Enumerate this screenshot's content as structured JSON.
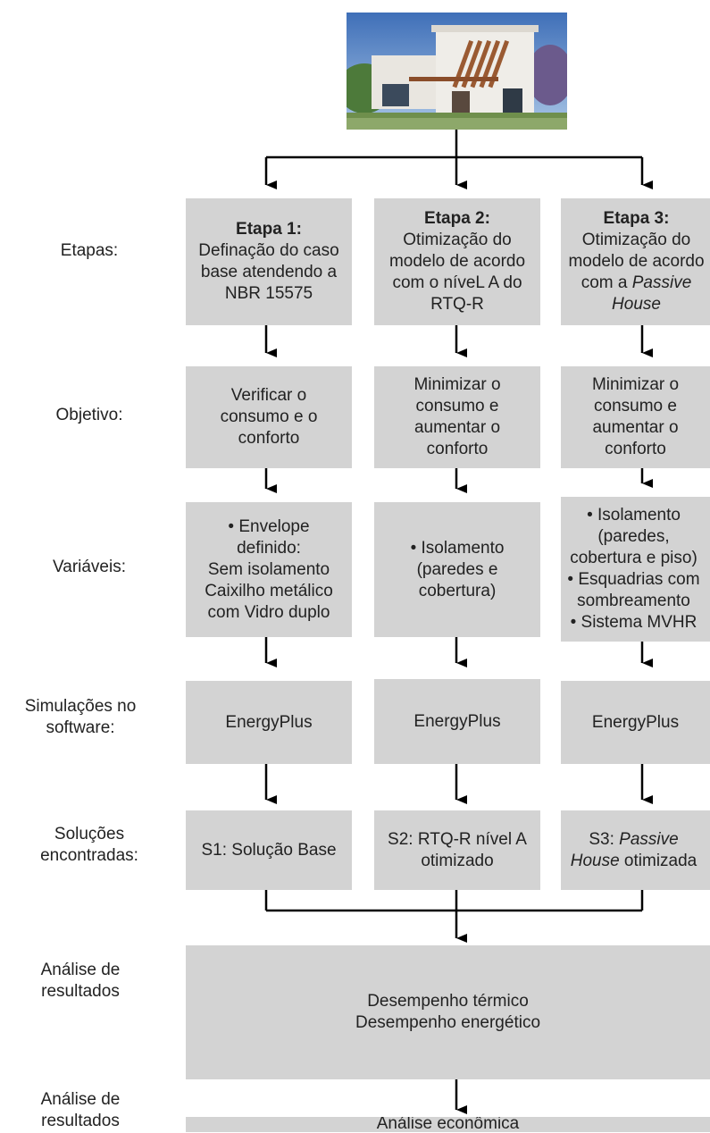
{
  "row_labels": {
    "etapas": "Etapas:",
    "objetivo": "Objetivo:",
    "variaveis": "Variáveis:",
    "simulacoes_l1": "Simulações no",
    "simulacoes_l2": "software:",
    "solucoes_l1": "Soluções",
    "solucoes_l2": "encontradas:",
    "analise1_l1": "Análise de",
    "analise1_l2": "resultados",
    "analise2_l1": "Análise de",
    "analise2_l2": "resultados"
  },
  "etapa1": {
    "title": "Etapa 1:",
    "l1": "Definação do caso",
    "l2": "base atendendo a",
    "l3": "NBR 15575"
  },
  "etapa2": {
    "title": "Etapa 2:",
    "l1": "Otimização do",
    "l2": "modelo de acordo",
    "l3": "com o níveL A do",
    "l4": "RTQ-R"
  },
  "etapa3": {
    "title": "Etapa 3:",
    "l1": "Otimização do",
    "l2": "modelo de acordo",
    "l3_pre": "com a ",
    "l3_it": "Passive",
    "l4_it": "House"
  },
  "objetivo": {
    "c1": [
      "Verificar o",
      "consumo e o",
      "conforto"
    ],
    "c2": [
      "Minimizar o",
      "consumo e",
      "aumentar  o",
      "conforto"
    ],
    "c3": [
      "Minimizar o",
      "consumo e",
      "aumentar  o",
      "conforto"
    ]
  },
  "variaveis": {
    "c1": [
      "• Envelope",
      "definido:",
      "Sem isolamento",
      "Caixilho metálico",
      "com Vidro duplo"
    ],
    "c2": [
      "• Isolamento",
      "(paredes e",
      "cobertura)"
    ],
    "c3": [
      "• Isolamento",
      "(paredes,",
      "cobertura e piso)",
      "• Esquadrias com",
      "sombreamento",
      "• Sistema MVHR"
    ]
  },
  "simulacao": {
    "c1": "EnergyPlus",
    "c2": "EnergyPlus",
    "c3": "EnergyPlus"
  },
  "solucoes": {
    "c1": "S1: Solução Base",
    "c2_l1": "S2: RTQ-R nível A",
    "c2_l2": "otimizado",
    "c3_l1_pre": "S3: ",
    "c3_l1_it": "Passive",
    "c3_l2_it": "House",
    "c3_l2_post": " otimizada"
  },
  "analise": {
    "l1": "Desempenho térmico",
    "l2": "Desempenho energético",
    "economica": "Análise econômica"
  },
  "colors": {
    "box_fill": "#d3d3d3",
    "line": "#000000",
    "text": "#222222"
  }
}
